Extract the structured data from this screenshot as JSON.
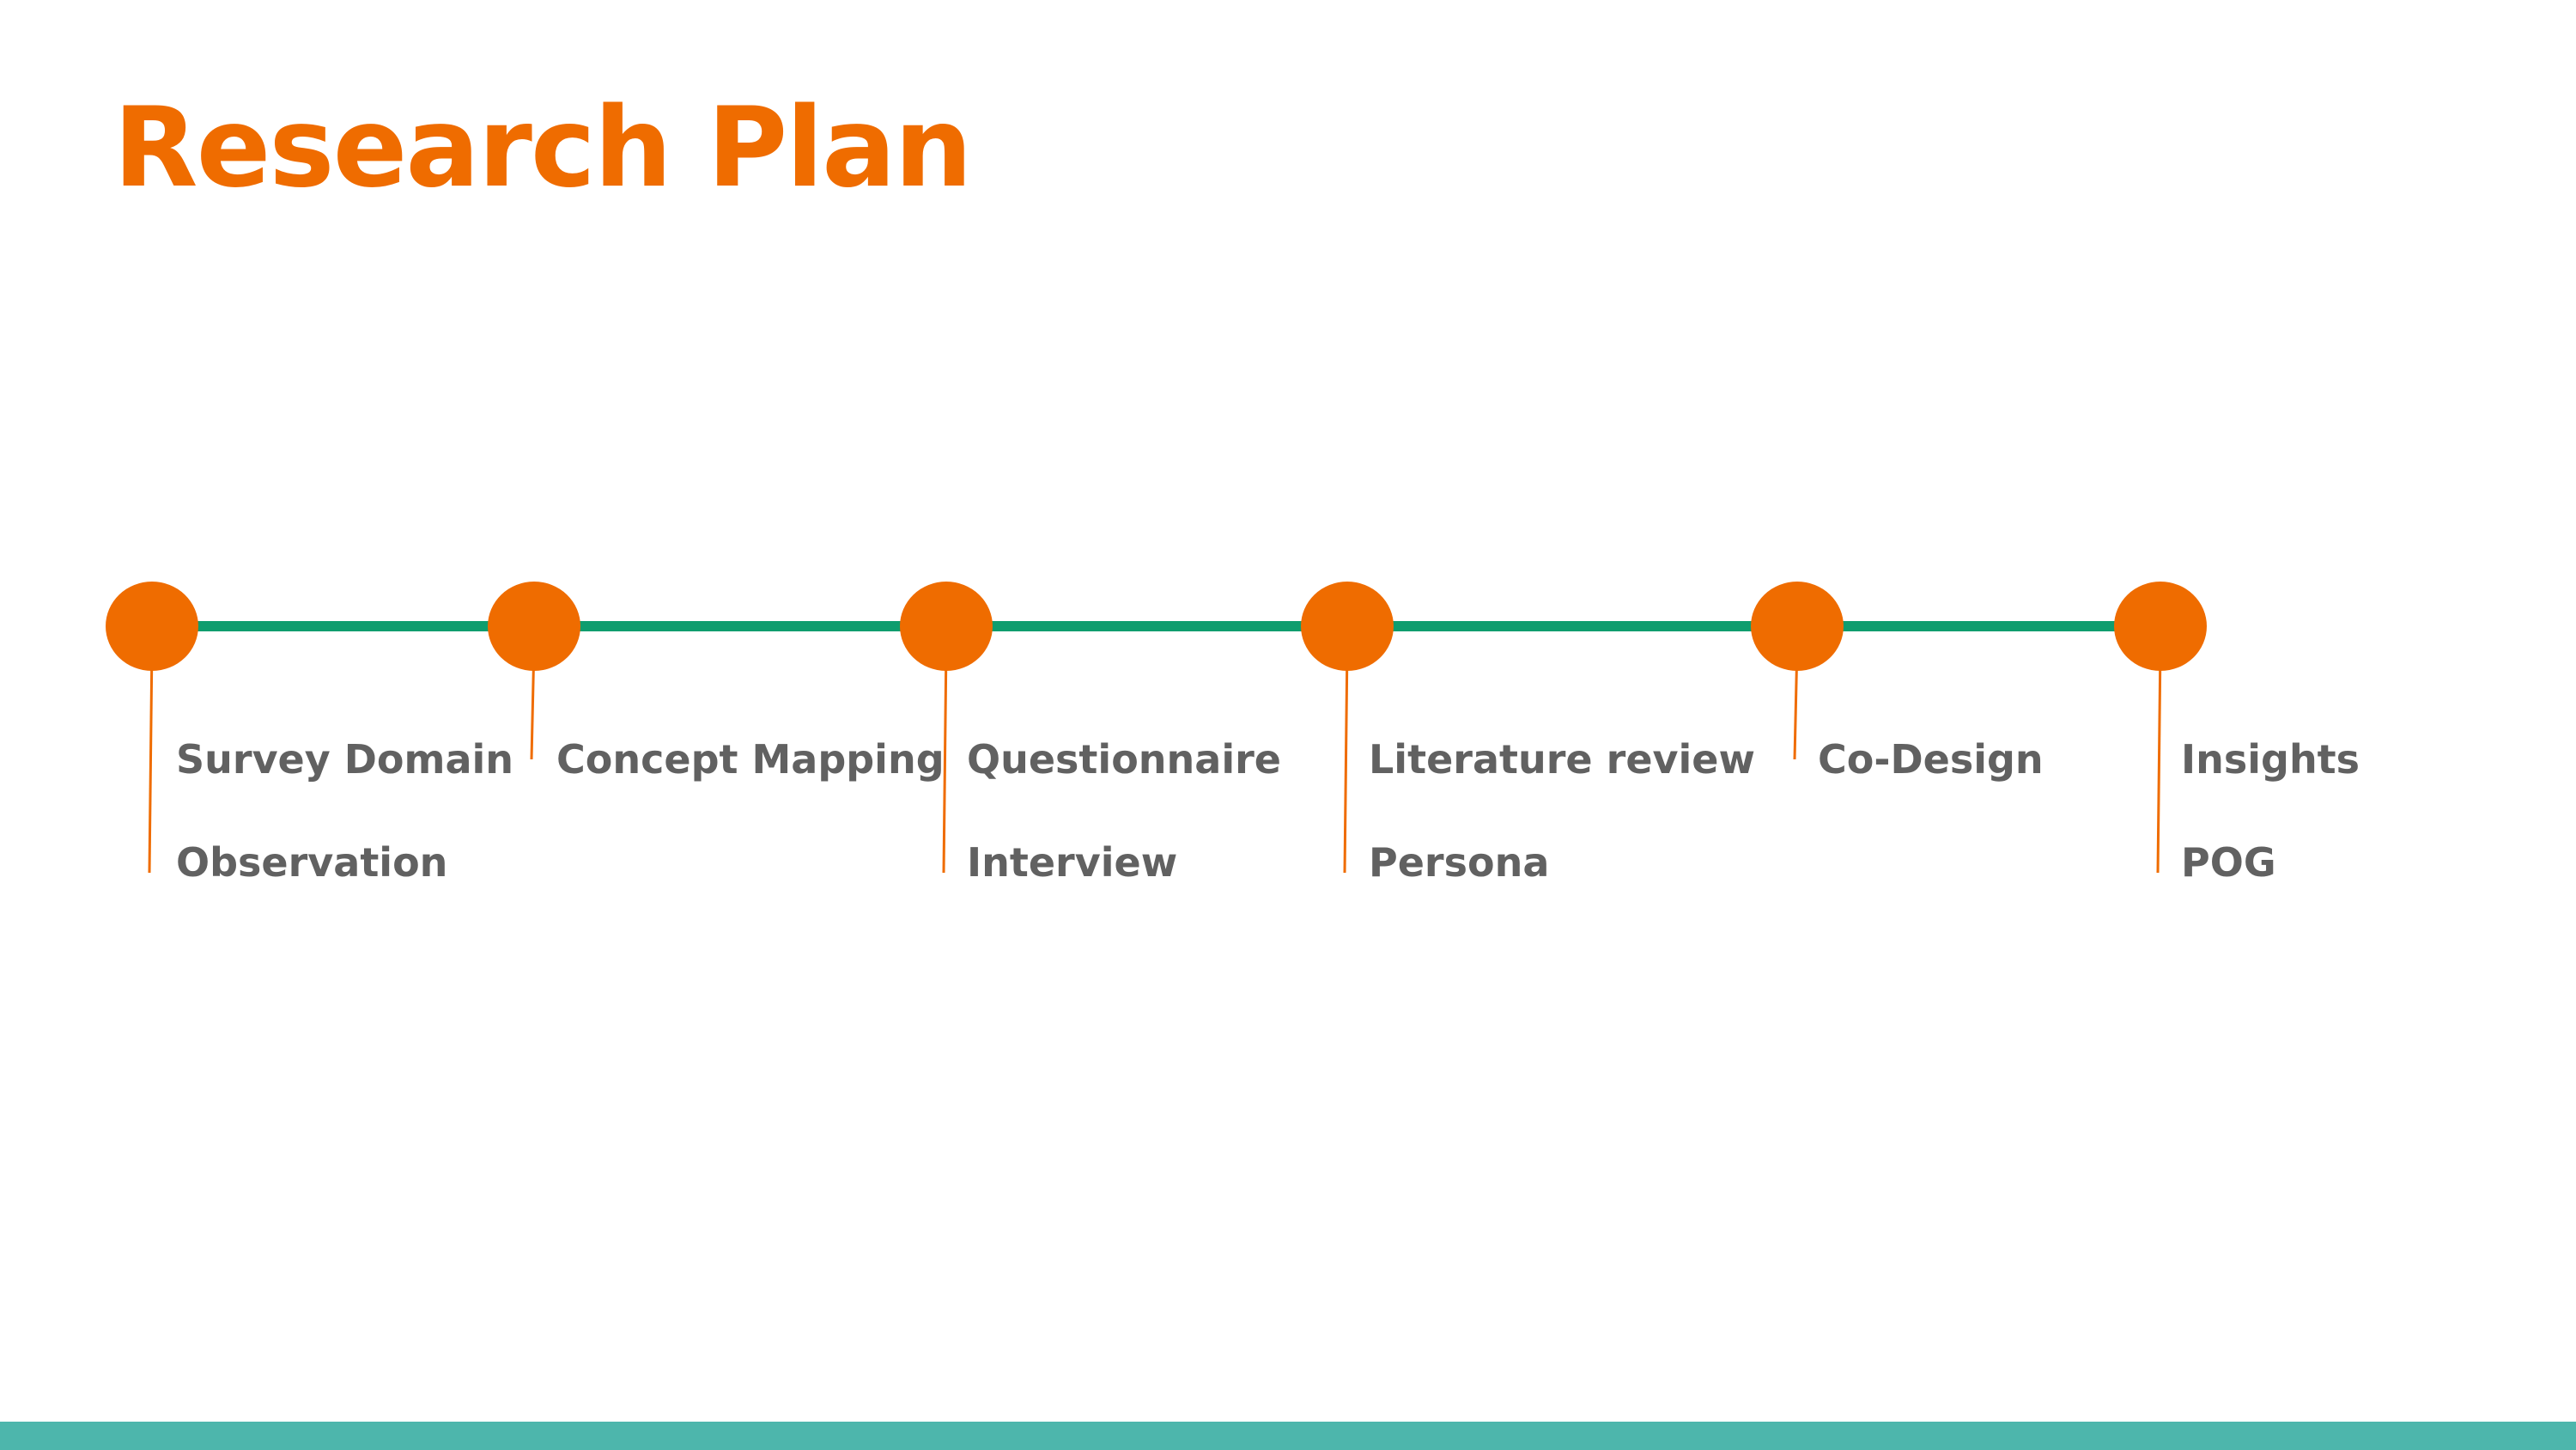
{
  "title": "Research Plan",
  "colors": {
    "title": "#EF6C00",
    "milestone": "#EF6C00",
    "connector": "#EF6C00",
    "timeline_line": "#0F9D6E",
    "label_text": "#616161",
    "footer_bar": "#4DB6AC"
  },
  "milestones": [
    {
      "labels": [
        "Survey Domain",
        "Observation"
      ]
    },
    {
      "labels": [
        "Concept Mapping"
      ]
    },
    {
      "labels": [
        "Questionnaire",
        "Interview"
      ]
    },
    {
      "labels": [
        "Literature review",
        "Persona"
      ]
    },
    {
      "labels": [
        "Co-Design"
      ]
    },
    {
      "labels": [
        "Insights",
        "POG"
      ]
    }
  ]
}
